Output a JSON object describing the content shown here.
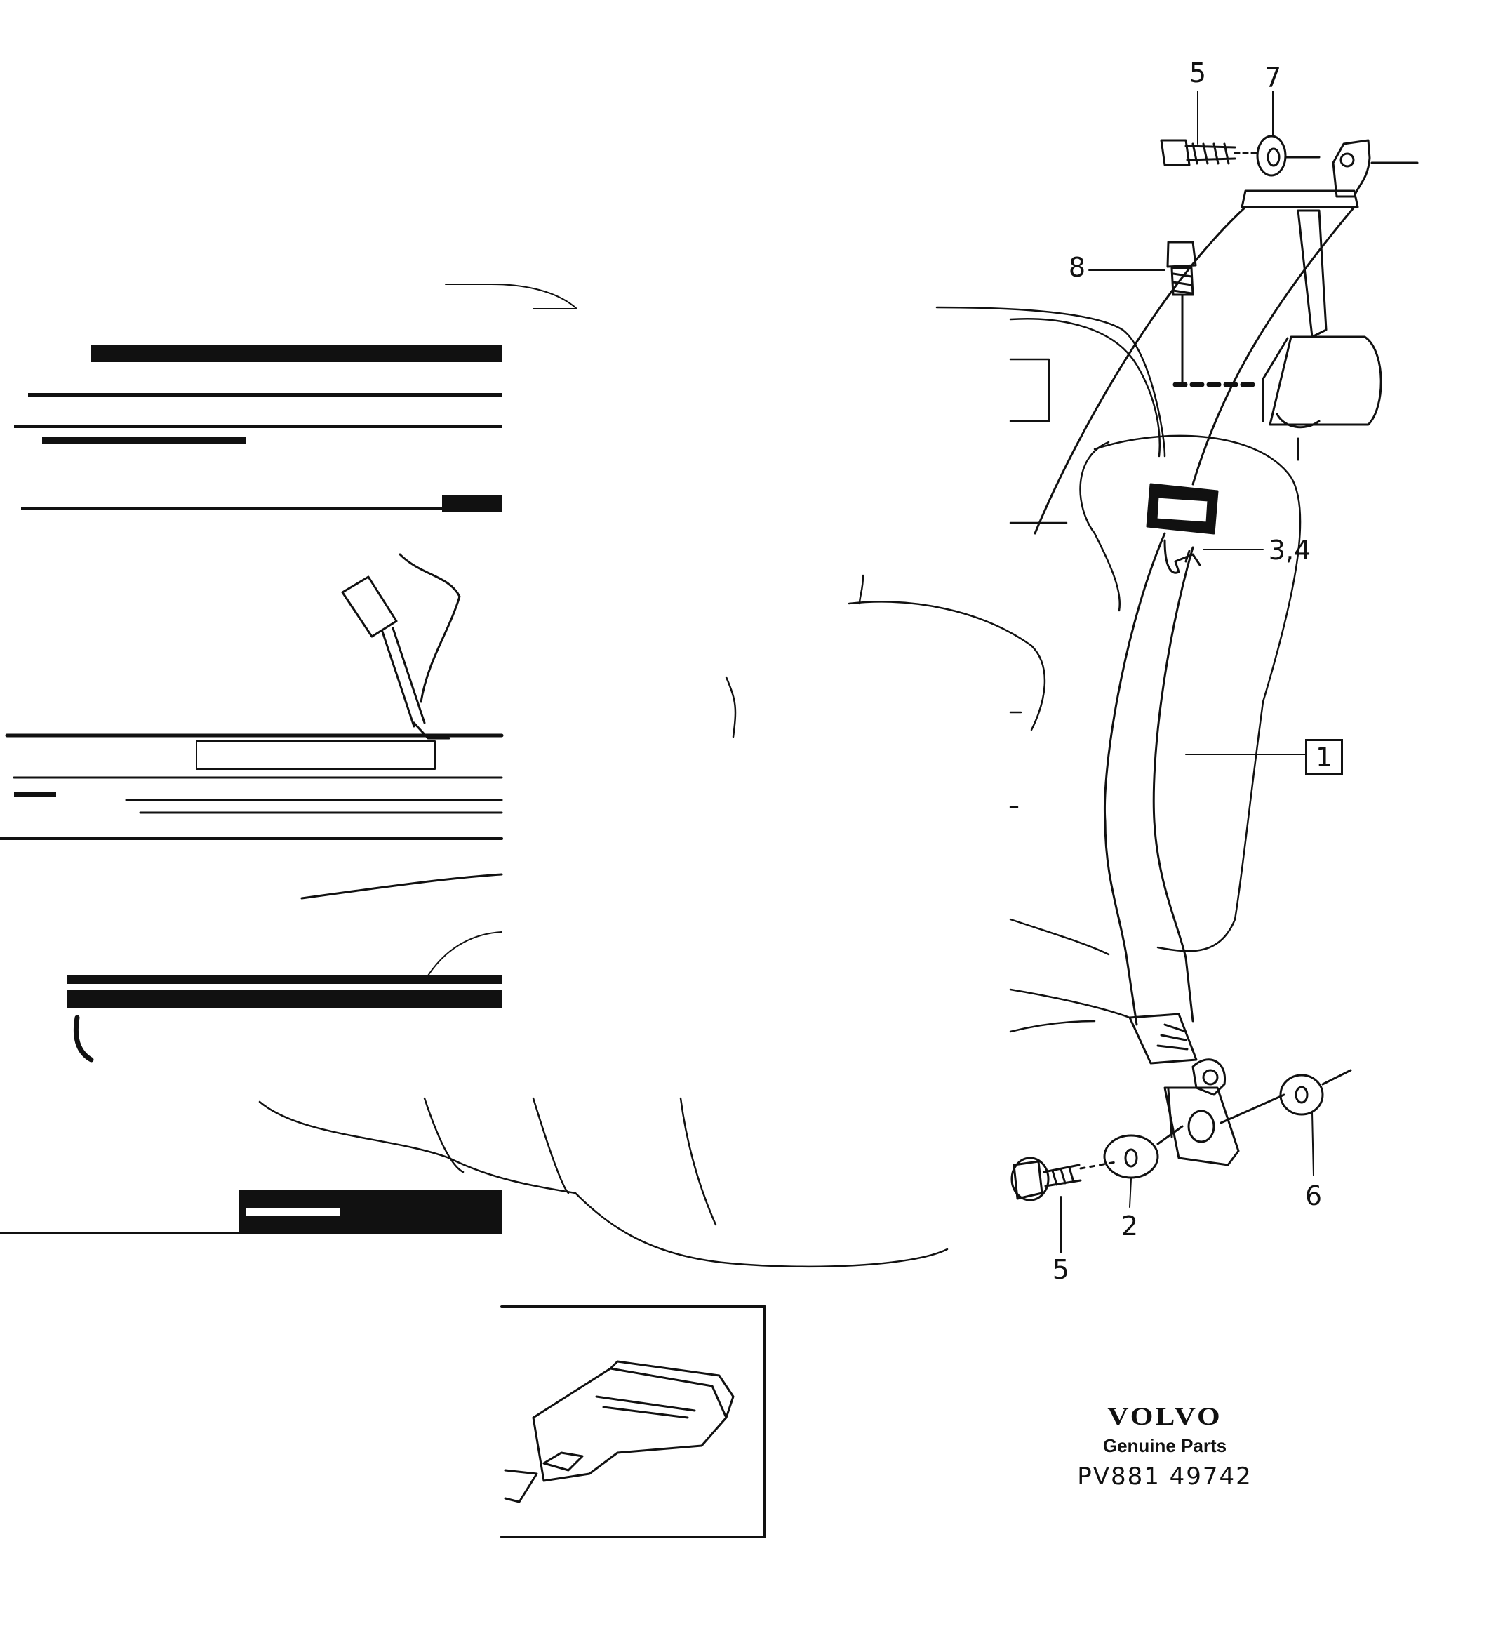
{
  "diagram": {
    "callouts": [
      {
        "id": "c5-top",
        "text": "5"
      },
      {
        "id": "c7",
        "text": "7"
      },
      {
        "id": "c8",
        "text": "8"
      },
      {
        "id": "c34",
        "text": "3,4"
      },
      {
        "id": "c1",
        "text": "1"
      },
      {
        "id": "c6",
        "text": "6"
      },
      {
        "id": "c2",
        "text": "2"
      },
      {
        "id": "c5-bottom",
        "text": "5"
      }
    ]
  },
  "brand": {
    "logo": "VOLVO",
    "tagline": "Genuine Parts",
    "code": "PV881 49742"
  }
}
